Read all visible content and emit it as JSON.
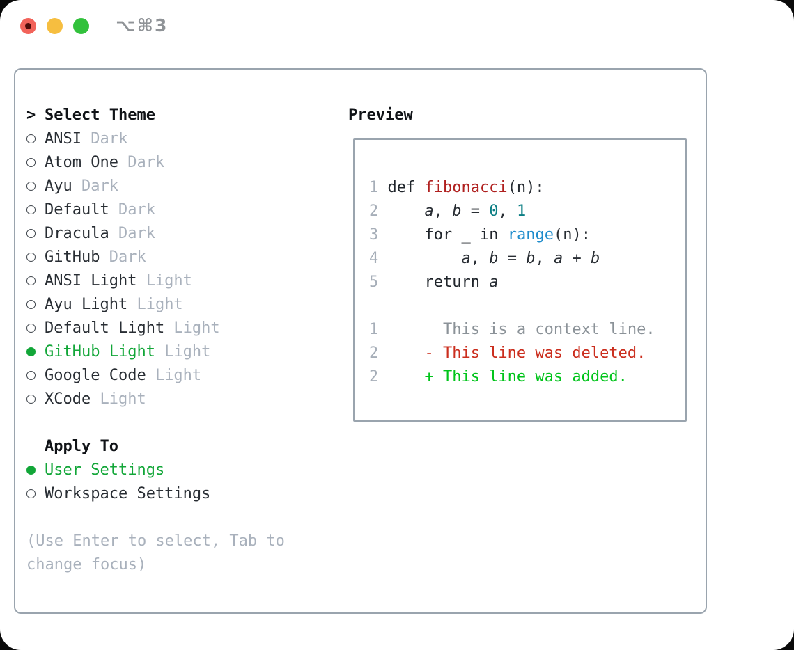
{
  "window": {
    "title": "⌥⌘3",
    "traffic_lights": [
      "close-icon",
      "minimize-icon",
      "zoom-icon"
    ]
  },
  "theme_panel": {
    "prompt_marker": ">",
    "header": "Select Theme",
    "themes": [
      {
        "name": "ANSI",
        "variant": "Dark",
        "selected": false
      },
      {
        "name": "Atom One",
        "variant": "Dark",
        "selected": false
      },
      {
        "name": "Ayu",
        "variant": "Dark",
        "selected": false
      },
      {
        "name": "Default",
        "variant": "Dark",
        "selected": false
      },
      {
        "name": "Dracula",
        "variant": "Dark",
        "selected": false
      },
      {
        "name": "GitHub",
        "variant": "Dark",
        "selected": false
      },
      {
        "name": "ANSI Light",
        "variant": "Light",
        "selected": false
      },
      {
        "name": "Ayu Light",
        "variant": "Light",
        "selected": false
      },
      {
        "name": "Default Light",
        "variant": "Light",
        "selected": false
      },
      {
        "name": "GitHub Light",
        "variant": "Light",
        "selected": true
      },
      {
        "name": "Google Code",
        "variant": "Light",
        "selected": false
      },
      {
        "name": "XCode",
        "variant": "Light",
        "selected": false
      }
    ],
    "apply_to": {
      "header": "Apply To",
      "options": [
        {
          "label": "User Settings",
          "selected": true
        },
        {
          "label": "Workspace Settings",
          "selected": false
        }
      ]
    },
    "hint_line1": "(Use Enter to select, Tab to",
    "hint_line2": "change focus)"
  },
  "preview": {
    "header": "Preview",
    "code_lines": [
      {
        "num": "1",
        "tokens": [
          {
            "t": "def ",
            "c": "kw"
          },
          {
            "t": "fibonacci",
            "c": "fn"
          },
          {
            "t": "(n):",
            "c": "pl"
          }
        ]
      },
      {
        "num": "2",
        "tokens": [
          {
            "t": "    ",
            "c": "pl"
          },
          {
            "t": "a",
            "c": "vr"
          },
          {
            "t": ", ",
            "c": "pl"
          },
          {
            "t": "b",
            "c": "vr"
          },
          {
            "t": " = ",
            "c": "pl"
          },
          {
            "t": "0",
            "c": "nm"
          },
          {
            "t": ", ",
            "c": "pl"
          },
          {
            "t": "1",
            "c": "nm"
          }
        ]
      },
      {
        "num": "3",
        "tokens": [
          {
            "t": "    ",
            "c": "pl"
          },
          {
            "t": "for",
            "c": "kw"
          },
          {
            "t": " _ ",
            "c": "pl"
          },
          {
            "t": "in",
            "c": "kw"
          },
          {
            "t": " ",
            "c": "pl"
          },
          {
            "t": "range",
            "c": "bi"
          },
          {
            "t": "(n):",
            "c": "pl"
          }
        ]
      },
      {
        "num": "4",
        "tokens": [
          {
            "t": "        ",
            "c": "pl"
          },
          {
            "t": "a",
            "c": "vr"
          },
          {
            "t": ", ",
            "c": "pl"
          },
          {
            "t": "b",
            "c": "vr"
          },
          {
            "t": " = ",
            "c": "pl"
          },
          {
            "t": "b",
            "c": "vr"
          },
          {
            "t": ", ",
            "c": "pl"
          },
          {
            "t": "a",
            "c": "vr"
          },
          {
            "t": " + ",
            "c": "pl"
          },
          {
            "t": "b",
            "c": "vr"
          }
        ]
      },
      {
        "num": "5",
        "tokens": [
          {
            "t": "    ",
            "c": "pl"
          },
          {
            "t": "return",
            "c": "kw"
          },
          {
            "t": " ",
            "c": "pl"
          },
          {
            "t": "a",
            "c": "vr"
          }
        ]
      },
      {
        "num": "",
        "tokens": []
      },
      {
        "num": "1",
        "tokens": [
          {
            "t": "      This is a context line.",
            "c": "ctx"
          }
        ]
      },
      {
        "num": "2",
        "tokens": [
          {
            "t": "    ",
            "c": "pl"
          },
          {
            "t": "- This line was deleted.",
            "c": "del"
          }
        ]
      },
      {
        "num": "2",
        "tokens": [
          {
            "t": "    ",
            "c": "pl"
          },
          {
            "t": "+ This line was added.",
            "c": "add"
          }
        ]
      }
    ]
  },
  "colors": {
    "accent_green": "#12a638",
    "added_green": "#00c41a",
    "deleted_red": "#cb2e1e",
    "function_red": "#b0201f",
    "number_teal": "#0b7e84",
    "builtin_blue": "#1f8ccc",
    "muted_gray": "#a9b1bc",
    "text_dark": "#282d33",
    "border_gray": "#9aa4ae",
    "traffic_red": "#f2635a",
    "traffic_yellow": "#f6be40",
    "traffic_green": "#32c13c"
  }
}
